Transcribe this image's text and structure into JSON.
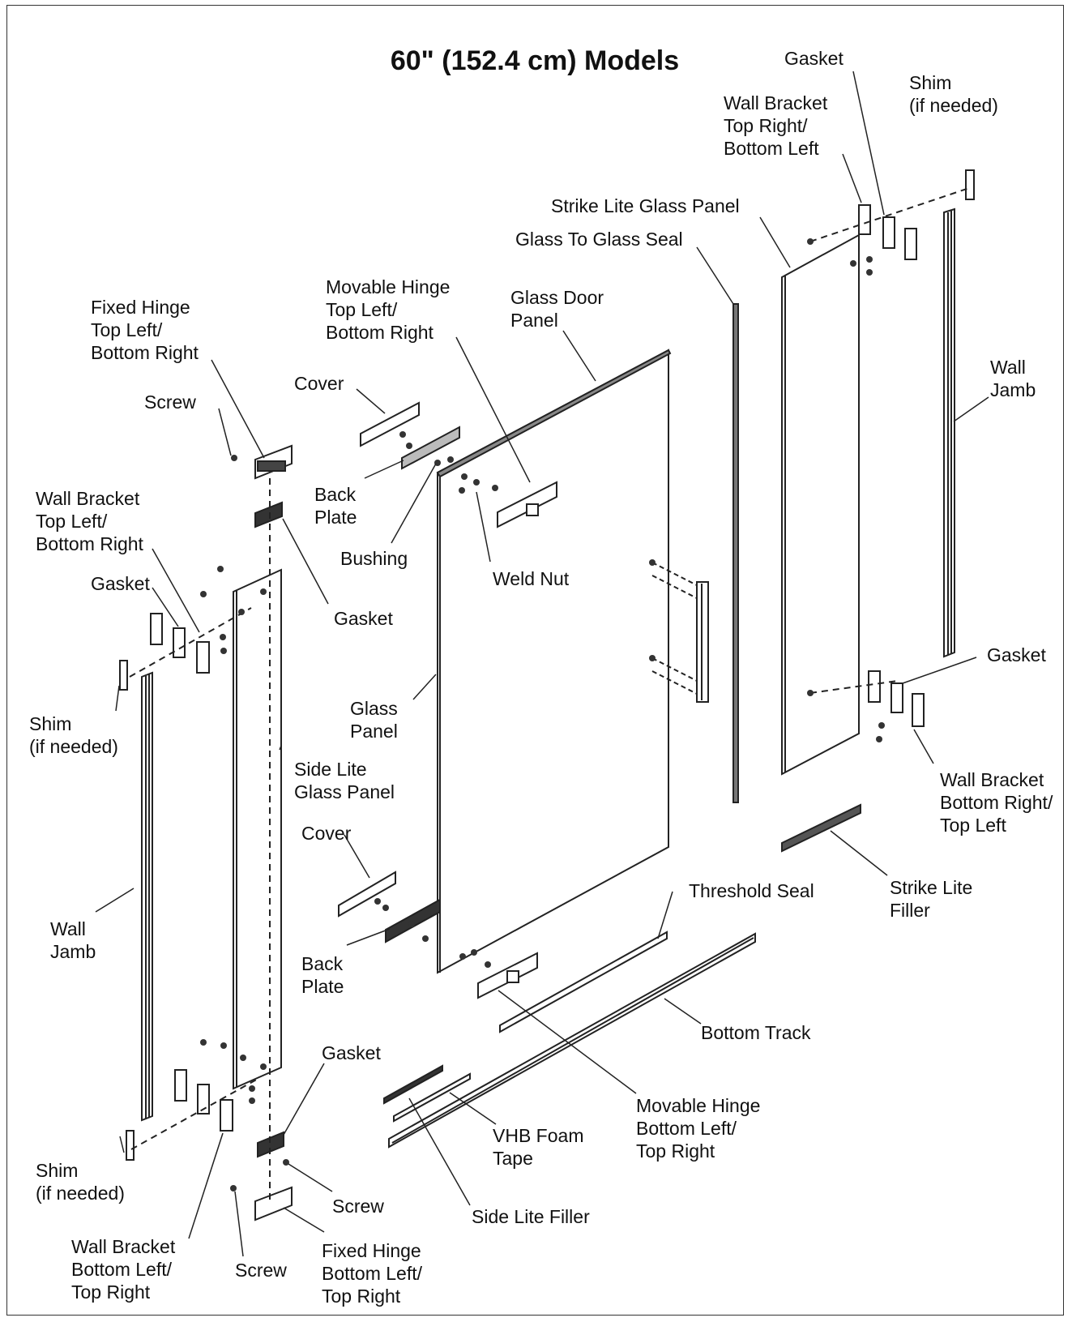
{
  "title": "60\" (152.4 cm) Models",
  "labels": {
    "gasket_tr": [
      "Gasket"
    ],
    "shim_tr": [
      "Shim",
      "(if needed)"
    ],
    "wall_bracket_tr": [
      "Wall Bracket",
      "Top Right/",
      "Bottom Left"
    ],
    "strike_lite_glass_panel": [
      "Strike Lite Glass Panel"
    ],
    "glass_to_glass_seal": [
      "Glass To Glass Seal"
    ],
    "movable_hinge_top": [
      "Movable Hinge",
      "Top Left/",
      "Bottom Right"
    ],
    "glass_door_panel": [
      "Glass Door",
      "Panel"
    ],
    "fixed_hinge_top": [
      "Fixed Hinge",
      "Top Left/",
      "Bottom Right"
    ],
    "wall_jamb_right": [
      "Wall",
      "Jamb"
    ],
    "cover_top": [
      "Cover"
    ],
    "screw_top": [
      "Screw"
    ],
    "back_plate_top": [
      "Back",
      "Plate"
    ],
    "wall_bracket_tl": [
      "Wall Bracket",
      "Top Left/",
      "Bottom Right"
    ],
    "bushing": [
      "Bushing"
    ],
    "weld_nut": [
      "Weld Nut"
    ],
    "gasket_left_top": [
      "Gasket"
    ],
    "gasket_center": [
      "Gasket"
    ],
    "gasket_right_bottom": [
      "Gasket"
    ],
    "shim_left_top": [
      "Shim",
      "(if needed)"
    ],
    "glass_panel": [
      "Glass",
      "Panel"
    ],
    "side_lite_glass_panel": [
      "Side Lite",
      "Glass Panel"
    ],
    "wall_bracket_br": [
      "Wall Bracket",
      "Bottom Right/",
      "Top Left"
    ],
    "cover_bottom": [
      "Cover"
    ],
    "threshold_seal": [
      "Threshold Seal"
    ],
    "strike_lite_filler": [
      "Strike Lite",
      "Filler"
    ],
    "wall_jamb_left": [
      "Wall",
      "Jamb"
    ],
    "back_plate_bottom": [
      "Back",
      "Plate"
    ],
    "bottom_track": [
      "Bottom Track"
    ],
    "gasket_bottom": [
      "Gasket"
    ],
    "movable_hinge_bottom": [
      "Movable Hinge",
      "Bottom Left/",
      "Top Right"
    ],
    "vhb_foam_tape": [
      "VHB Foam",
      "Tape"
    ],
    "shim_left_bottom": [
      "Shim",
      "(if needed)"
    ],
    "screw_bottom_right": [
      "Screw"
    ],
    "side_lite_filler": [
      "Side Lite Filler"
    ],
    "wall_bracket_bl": [
      "Wall Bracket",
      "Bottom Left/",
      "Top Right"
    ],
    "screw_bottom_left": [
      "Screw"
    ],
    "fixed_hinge_bottom": [
      "Fixed Hinge",
      "Bottom Left/",
      "Top Right"
    ]
  }
}
